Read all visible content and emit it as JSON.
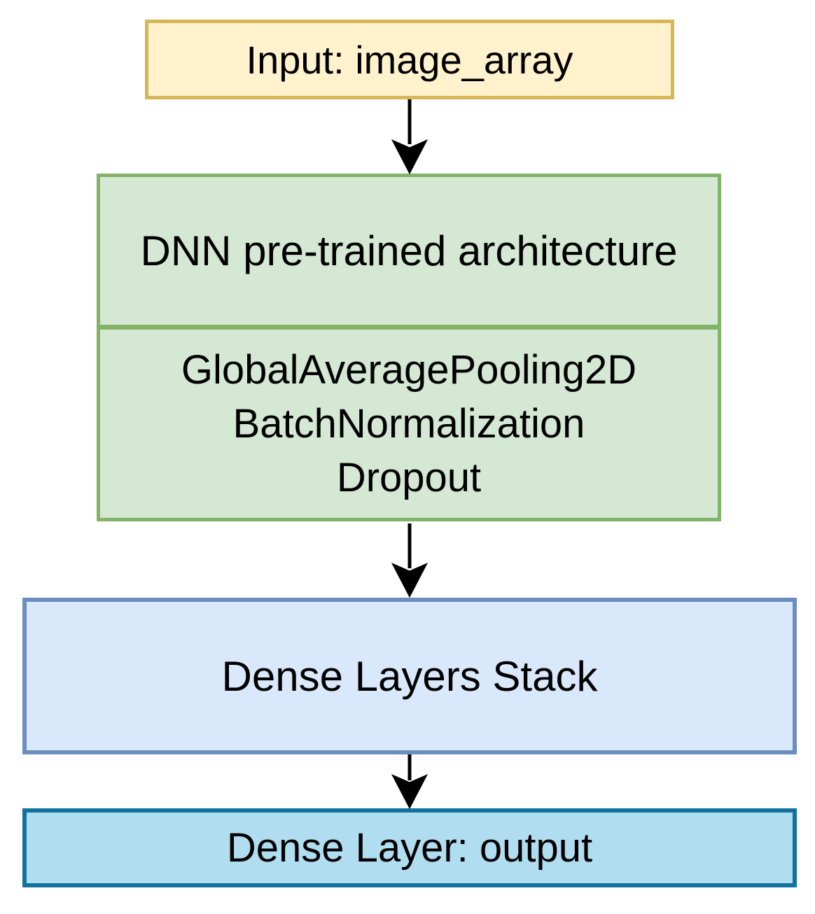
{
  "diagram": {
    "description": "Flowchart of a transfer-learning DNN model architecture",
    "nodes": {
      "input": {
        "label": "Input: image_array",
        "fill_color": "#FFF2CC",
        "border_color": "#D6B656"
      },
      "dnn": {
        "label": "DNN pre-trained architecture",
        "fill_color": "#D5E8D4",
        "border_color": "#82B366"
      },
      "pooling": {
        "lines": [
          "GlobalAveragePooling2D",
          "BatchNormalization",
          "Dropout"
        ],
        "fill_color": "#D5E8D4",
        "border_color": "#82B366"
      },
      "dense_stack": {
        "label": "Dense Layers Stack",
        "fill_color": "#DAE8FC",
        "border_color": "#6C8EBF"
      },
      "dense_output": {
        "label": "Dense Layer: output",
        "fill_color": "#B1DDF0",
        "border_color": "#10739E"
      }
    },
    "connectors": [
      {
        "from": "input",
        "to": "dnn",
        "style": "solid-arrow-down"
      },
      {
        "from": "pooling",
        "to": "dense_stack",
        "style": "solid-arrow-down"
      },
      {
        "from": "dense_stack",
        "to": "dense_output",
        "style": "solid-arrow-down"
      }
    ],
    "arrow_color": "#000000",
    "text_color": "#000000",
    "background_color": "#ffffff"
  }
}
